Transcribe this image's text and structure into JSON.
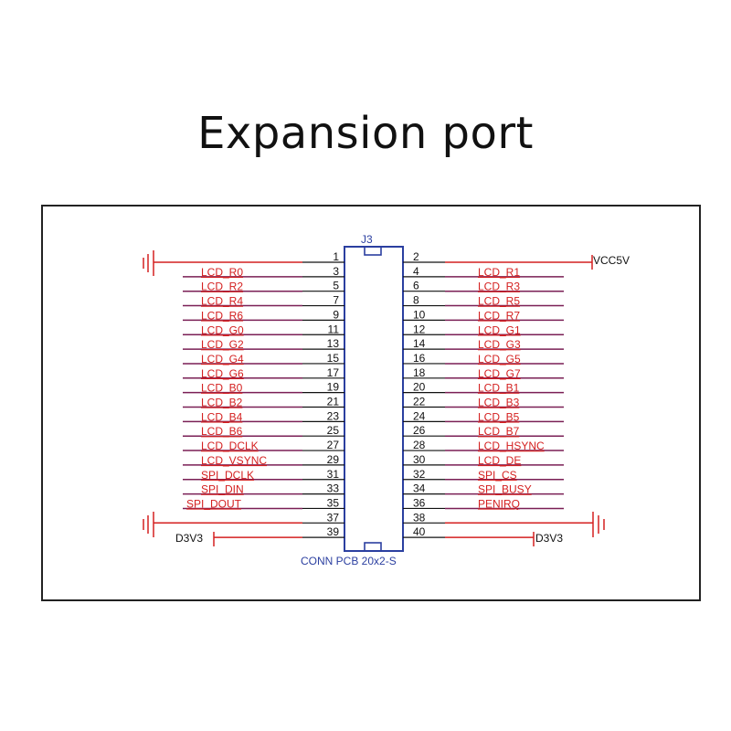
{
  "title": "Expansion port",
  "connector": {
    "ref": "J3",
    "part": "CONN PCB 20x2-S"
  },
  "power": {
    "vcc": "VCC5V",
    "d3v3_left": "D3V3",
    "d3v3_right": "D3V3"
  },
  "pins": [
    {
      "l": "1",
      "ln": "",
      "r": "2",
      "rn": ""
    },
    {
      "l": "3",
      "ln": "LCD_R0",
      "r": "4",
      "rn": "LCD_R1"
    },
    {
      "l": "5",
      "ln": "LCD_R2",
      "r": "6",
      "rn": "LCD_R3"
    },
    {
      "l": "7",
      "ln": "LCD_R4",
      "r": "8",
      "rn": "LCD_R5"
    },
    {
      "l": "9",
      "ln": "LCD_R6",
      "r": "10",
      "rn": "LCD_R7"
    },
    {
      "l": "11",
      "ln": "LCD_G0",
      "r": "12",
      "rn": "LCD_G1"
    },
    {
      "l": "13",
      "ln": "LCD_G2",
      "r": "14",
      "rn": "LCD_G3"
    },
    {
      "l": "15",
      "ln": "LCD_G4",
      "r": "16",
      "rn": "LCD_G5"
    },
    {
      "l": "17",
      "ln": "LCD_G6",
      "r": "18",
      "rn": "LCD_G7"
    },
    {
      "l": "19",
      "ln": "LCD_B0",
      "r": "20",
      "rn": "LCD_B1"
    },
    {
      "l": "21",
      "ln": "LCD_B2",
      "r": "22",
      "rn": "LCD_B3"
    },
    {
      "l": "23",
      "ln": "LCD_B4",
      "r": "24",
      "rn": "LCD_B5"
    },
    {
      "l": "25",
      "ln": "LCD_B6",
      "r": "26",
      "rn": "LCD_B7"
    },
    {
      "l": "27",
      "ln": "LCD_DCLK",
      "r": "28",
      "rn": "LCD_HSYNC"
    },
    {
      "l": "29",
      "ln": "LCD_VSYNC",
      "r": "30",
      "rn": "LCD_DE"
    },
    {
      "l": "31",
      "ln": "SPI_DCLK",
      "r": "32",
      "rn": "SPI_CS"
    },
    {
      "l": "33",
      "ln": "SPI_DIN",
      "r": "34",
      "rn": "SPI_BUSY"
    },
    {
      "l": "35",
      "ln": "SPI_DOUT",
      "r": "36",
      "rn": "PENIRQ"
    },
    {
      "l": "37",
      "ln": "",
      "r": "38",
      "rn": ""
    },
    {
      "l": "39",
      "ln": "",
      "r": "40",
      "rn": ""
    }
  ],
  "colors": {
    "net": "#d42020",
    "wire": "#7a1f55",
    "body": "#2b3fa0",
    "ink": "#111111"
  }
}
